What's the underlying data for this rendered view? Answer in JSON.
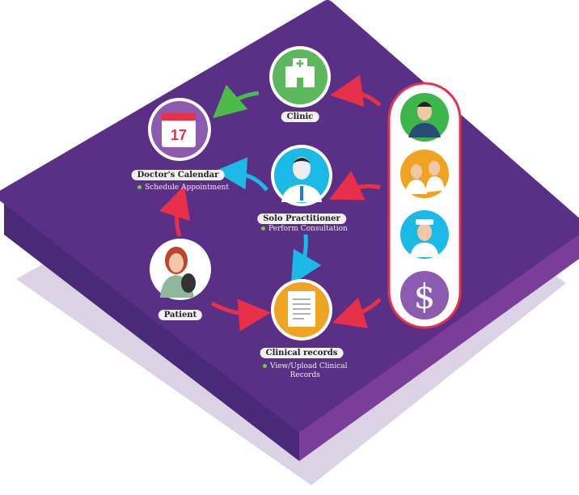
{
  "nodes": {
    "clinic": {
      "label": "Clinic"
    },
    "calendar": {
      "label": "Doctor's Calendar",
      "task": "Schedule Appointment",
      "date": "17"
    },
    "solo": {
      "label": "Solo Practitioner",
      "task": "Perform Consultation"
    },
    "patient": {
      "label": "Patient"
    },
    "records": {
      "label": "Clinical records",
      "task_line1": "View/Upload Clinical",
      "task_line2": "Records"
    }
  },
  "roles_panel": {
    "items": [
      "user-icon",
      "doctors-group-icon",
      "nurse-icon",
      "dollar-icon"
    ],
    "dollar": "$"
  },
  "colors": {
    "platform": "#5a2f86",
    "accent_red": "#e8304a",
    "green": "#5cb85c",
    "cyan": "#1ab9e6",
    "orange": "#f0a321",
    "purple": "#8b5bb0"
  }
}
